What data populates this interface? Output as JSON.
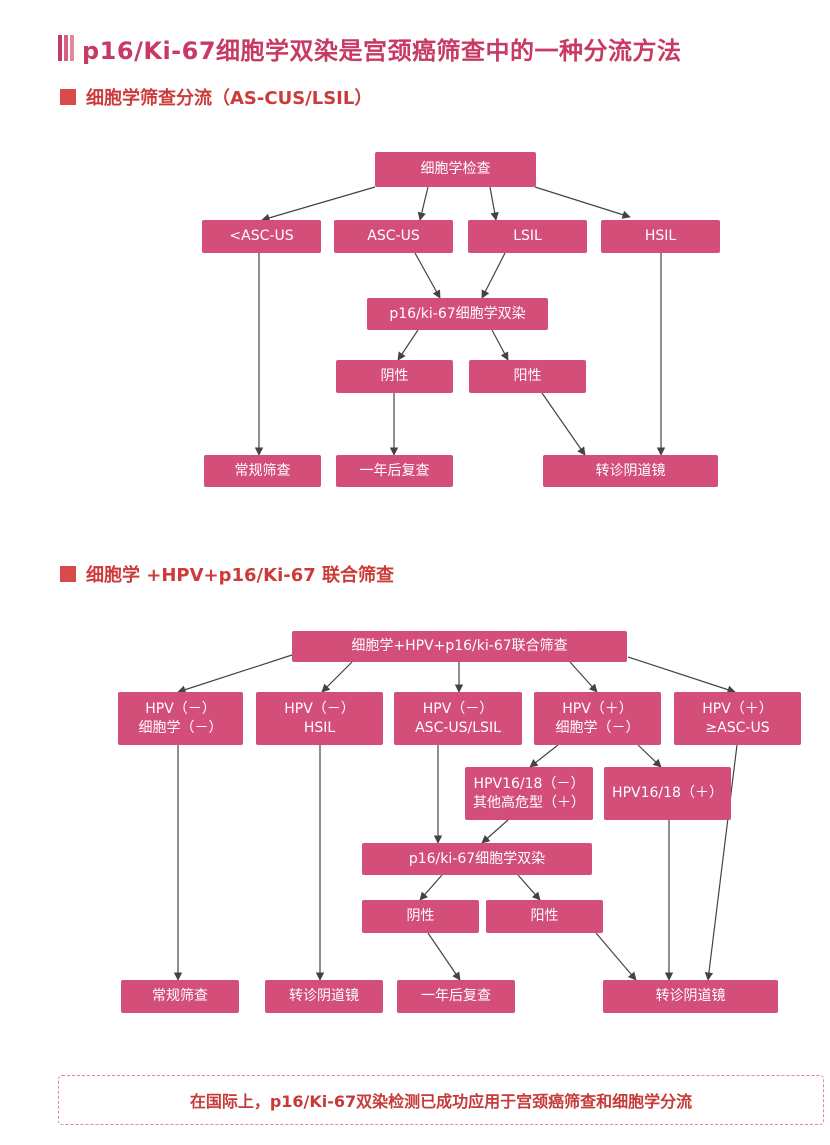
{
  "title": "p16/Ki-67细胞学双染是宫颈癌筛查中的一种分流方法",
  "section1": {
    "heading": "细胞学筛查分流（AS-CUS/LSIL）"
  },
  "section2": {
    "heading": "细胞学 +HPV+p16/Ki-67 联合筛查"
  },
  "flow1": {
    "root": "细胞学检查",
    "lt_asc": "<ASC-US",
    "asc": "ASC-US",
    "lsil": "LSIL",
    "hsil": "HSIL",
    "dual": "p16/ki-67细胞学双染",
    "neg": "阴性",
    "pos": "阳性",
    "routine": "常规筛查",
    "recheck": "一年后复查",
    "colpo": "转诊阴道镜"
  },
  "flow2": {
    "root": "细胞学+HPV+p16/ki-67联合筛查",
    "b1_l1": "HPV（－）",
    "b1_l2": "细胞学（－）",
    "b2_l1": "HPV（－）",
    "b2_l2": "HSIL",
    "b3_l1": "HPV（－）",
    "b3_l2": "ASC-US/LSIL",
    "b4_l1": "HPV（＋）",
    "b4_l2": "细胞学（－）",
    "b5_l1": "HPV（＋）",
    "b5_l2": "≥ASC-US",
    "h1618neg_l1": "HPV16/18（－）",
    "h1618neg_l2": "其他高危型（＋）",
    "h1618pos": "HPV16/18（＋）",
    "dual": "p16/ki-67细胞学双染",
    "neg": "阴性",
    "pos": "阳性",
    "routine": "常规筛查",
    "colpo1": "转诊阴道镜",
    "recheck": "一年后复查",
    "colpo2": "转诊阴道镜"
  },
  "footer": "在国际上，p16/Ki-67双染检测已成功应用于宫颈癌筛查和细胞学分流",
  "colors": {
    "node": "#d34e78",
    "title": "#c73a63",
    "heading": "#cc3a3a",
    "arrow": "#444444"
  }
}
